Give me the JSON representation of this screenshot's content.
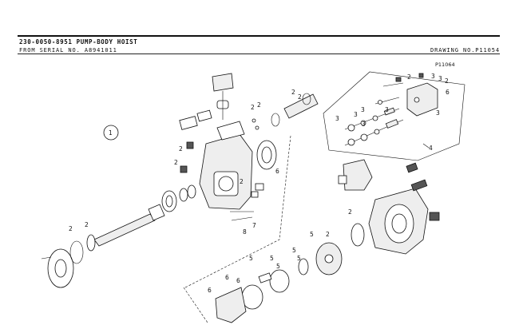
{
  "header": {
    "title": "230-0050-8951 PUMP-BODY HOIST",
    "serial": "FROM SERIAL NO. A8941011",
    "drawing_no": "DRAWING NO.P11054"
  },
  "diagram": {
    "sub_drawing_ref": "P11064",
    "group_callout": "1",
    "callouts": {
      "c2a": "2",
      "c2b": "2",
      "c2c": "2",
      "c2d": "2",
      "c2e": "2",
      "c2f": "2",
      "c2g": "2",
      "c2h": "2",
      "c2i": "2",
      "c2j": "2",
      "c2k": "2",
      "c2l": "2",
      "c3a": "3",
      "c3b": "3",
      "c3c": "3",
      "c3d": "3",
      "c3e": "3",
      "c3f": "3",
      "c3g": "3",
      "c3h": "3",
      "c4": "4",
      "c5a": "5",
      "c5b": "5",
      "c5c": "5",
      "c5d": "5",
      "c5e": "5",
      "c5f": "5",
      "c6a": "6",
      "c6b": "6",
      "c6c": "6",
      "c6d": "6",
      "c7": "7",
      "c8": "8"
    }
  }
}
